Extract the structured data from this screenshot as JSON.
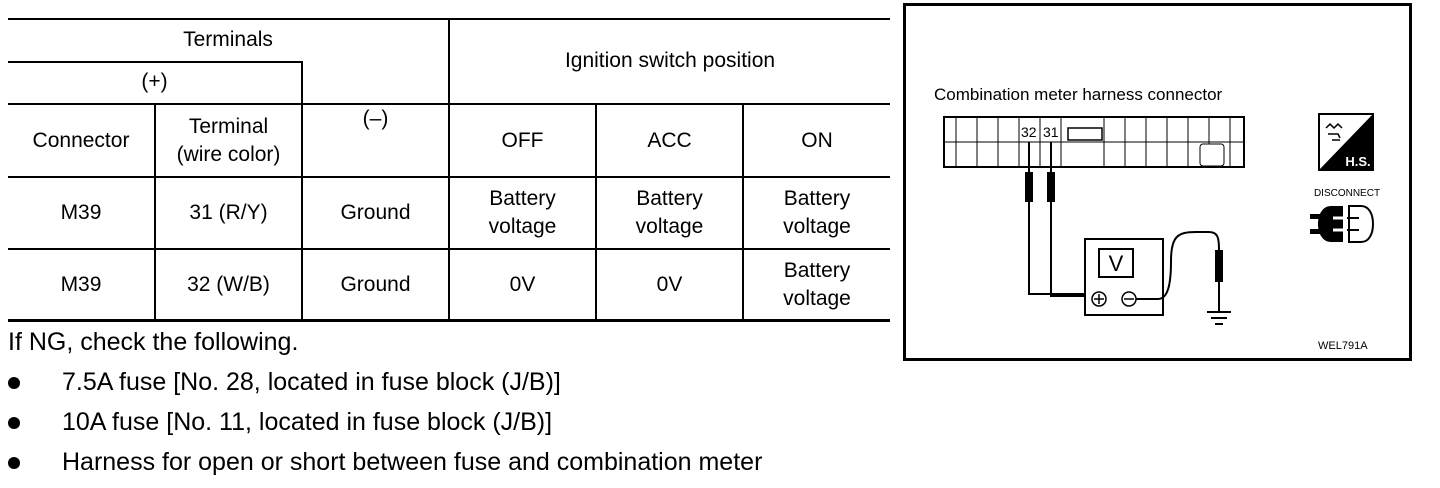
{
  "table": {
    "header": {
      "terminals": "Terminals",
      "plus": "(+)",
      "minus": "(–)",
      "connector": "Connector",
      "terminal_line1": "Terminal",
      "terminal_line2": "(wire color)",
      "ignition": "Ignition switch position",
      "off": "OFF",
      "acc": "ACC",
      "on": "ON"
    },
    "rows": [
      {
        "connector": "M39",
        "terminal": "31 (R/Y)",
        "minus": "Ground",
        "off_l1": "Battery",
        "off_l2": "voltage",
        "acc_l1": "Battery",
        "acc_l2": "voltage",
        "on_l1": "Battery",
        "on_l2": "voltage"
      },
      {
        "connector": "M39",
        "terminal": "32 (W/B)",
        "minus": "Ground",
        "off": "0V",
        "acc": "0V",
        "on_l1": "Battery",
        "on_l2": "voltage"
      }
    ]
  },
  "note": {
    "intro": "If NG, check the following.",
    "items": [
      "7.5A fuse [No. 28, located in fuse block (J/B)]",
      "10A fuse [No. 11, located in fuse block (J/B)]",
      "Harness for open or short between fuse and combination meter"
    ]
  },
  "diagram": {
    "title": "Combination meter harness connector",
    "pin_32": "32",
    "pin_31": "31",
    "meter_symbol": "V",
    "hs_badge": "H.S.",
    "disconnect_label": "DISCONNECT",
    "figure_code": "WEL791A",
    "icons": [
      "harness-symbol-icon",
      "disconnect-icon",
      "voltmeter-icon",
      "ground-symbol-icon"
    ]
  }
}
